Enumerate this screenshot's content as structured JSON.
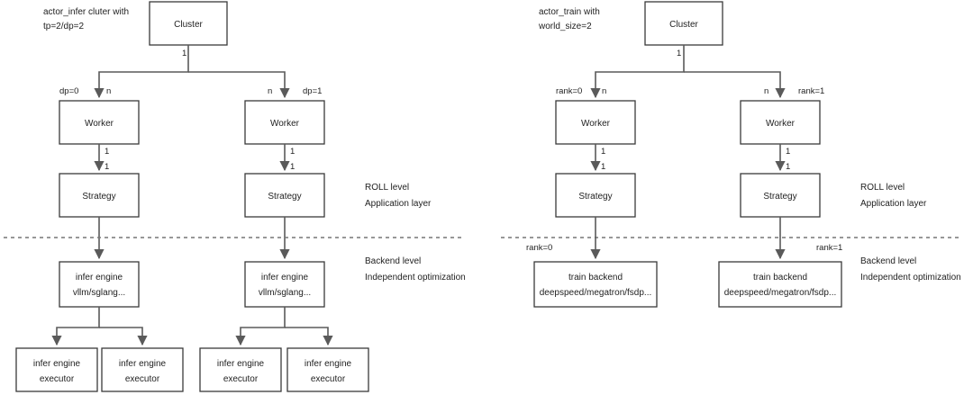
{
  "left_panel": {
    "title_line1": "actor_infer cluter with",
    "title_line2": "tp=2/dp=2",
    "cluster": "Cluster",
    "cluster_mult": "1",
    "dp0": "dp=0",
    "dp1": "dp=1",
    "n_left": "n",
    "n_right": "n",
    "worker_left": "Worker",
    "worker_right": "Worker",
    "mult_wl_top": "1",
    "mult_wl_bot": "1",
    "mult_wr_top": "1",
    "mult_wr_bot": "1",
    "strategy_left": "Strategy",
    "strategy_right": "Strategy",
    "engine_left_line1": "infer engine",
    "engine_left_line2": "vllm/sglang...",
    "engine_right_line1": "infer engine",
    "engine_right_line2": "vllm/sglang...",
    "executors": [
      {
        "line1": "infer engine",
        "line2": "executor"
      },
      {
        "line1": "infer engine",
        "line2": "executor"
      },
      {
        "line1": "infer engine",
        "line2": "executor"
      },
      {
        "line1": "infer engine",
        "line2": "executor"
      }
    ],
    "roll_level": "ROLL level",
    "application_layer": "Application layer",
    "backend_level": "Backend level",
    "independent_opt": "Independent optimization"
  },
  "right_panel": {
    "title_line1": "actor_train with",
    "title_line2": "world_size=2",
    "cluster": "Cluster",
    "cluster_mult": "1",
    "rank0": "rank=0",
    "rank1": "rank=1",
    "n_left": "n",
    "n_right": "n",
    "worker_left": "Worker",
    "worker_right": "Worker",
    "mult_wl_top": "1",
    "mult_wl_bot": "1",
    "mult_wr_top": "1",
    "mult_wr_bot": "1",
    "strategy_left": "Strategy",
    "strategy_right": "Strategy",
    "backend_rank0": "rank=0",
    "backend_rank1": "rank=1",
    "backend_left_line1": "train backend",
    "backend_left_line2": "deepspeed/megatron/fsdp...",
    "backend_right_line1": "train backend",
    "backend_right_line2": "deepspeed/megatron/fsdp...",
    "roll_level": "ROLL level",
    "application_layer": "Application layer",
    "backend_level": "Backend level",
    "independent_opt": "Independent optimization"
  }
}
